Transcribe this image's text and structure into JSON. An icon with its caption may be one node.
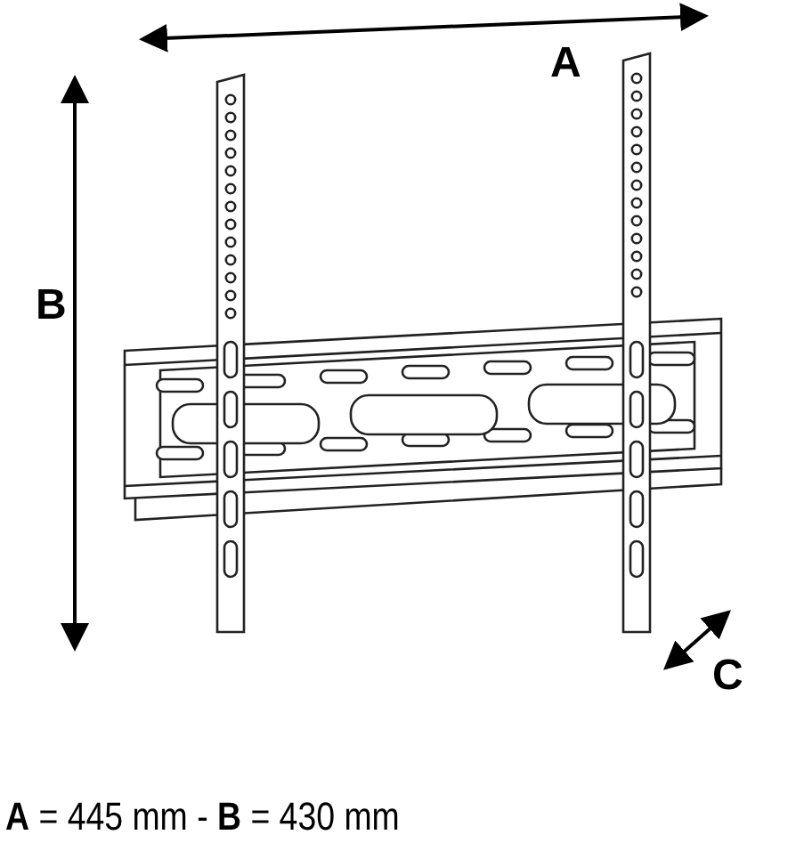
{
  "diagram": {
    "labels": [
      "A",
      "B",
      "C",
      "**A** = 445 mm - **B** = 430 mm"
    ]
  }
}
